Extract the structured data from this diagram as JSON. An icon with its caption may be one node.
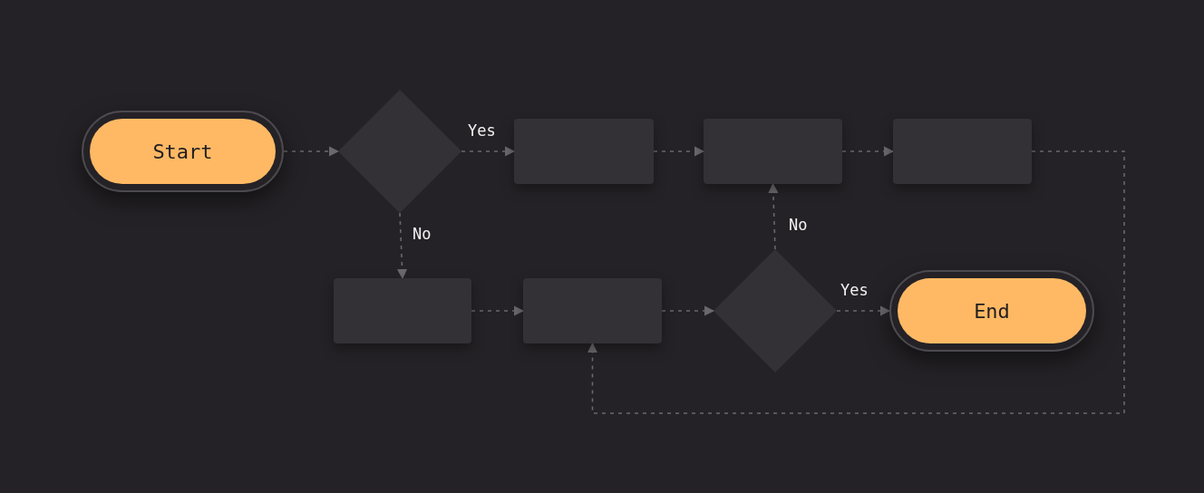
{
  "diagram": {
    "nodes": [
      {
        "text": [
          "Start"
        ]
      },
      {
        "text": [],
        "shape": "diamond"
      },
      {
        "text": [],
        "shape": "box"
      },
      {
        "text": [],
        "shape": "box"
      },
      {
        "text": [],
        "shape": "box"
      },
      {
        "text": [],
        "shape": "box"
      },
      {
        "text": [],
        "shape": "box"
      },
      {
        "text": [],
        "shape": "diamond"
      },
      {
        "text": [
          "End"
        ]
      }
    ],
    "edges": [
      {
        "from": 0,
        "to": 1,
        "arrow": "to"
      },
      {
        "from": 1,
        "to": 2,
        "arrow": "to",
        "label": "Yes"
      },
      {
        "from": 1,
        "to": 5,
        "arrow": "to",
        "label": "No"
      },
      {
        "from": 2,
        "to": 3,
        "arrow": "to"
      },
      {
        "from": 3,
        "to": 4,
        "arrow": "to"
      },
      {
        "from": 4,
        "to": 6,
        "arrow": "to"
      },
      {
        "from": 5,
        "to": 6,
        "arrow": "to"
      },
      {
        "from": 6,
        "to": 7,
        "arrow": "to"
      },
      {
        "from": 7,
        "to": 8,
        "arrow": "to",
        "label": "Yes"
      },
      {
        "from": 7,
        "to": 3,
        "arrow": "to",
        "label": "No"
      }
    ]
  }
}
